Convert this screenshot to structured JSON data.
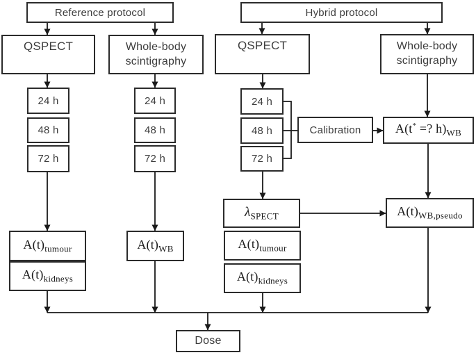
{
  "figure": {
    "type": "flowchart",
    "description": "Dosimetry workflow comparing a reference protocol and a hybrid protocol"
  },
  "colors": {
    "border": "#2b2b2b",
    "line": "#1a1a1a",
    "text": "#3d3d3d",
    "math_text": "#1b1b1b",
    "background": "#ffffff"
  },
  "reference": {
    "title": "Reference protocol",
    "qspect_label": "QSPECT",
    "wb_line1": "Whole-body",
    "wb_line2": "scintigraphy",
    "outputs": {
      "tumour_pre": "A(t)",
      "tumour_sub": "tumour",
      "kidneys_pre": "A(t)",
      "kidneys_sub": "kidneys",
      "wb_pre": "A(t)",
      "wb_sub": "WB"
    }
  },
  "hybrid": {
    "title": "Hybrid protocol",
    "qspect_label": "QSPECT",
    "wb_line1": "Whole-body",
    "wb_line2": "scintigraphy",
    "calibration_label": "Calibration",
    "a_tstar": {
      "pre": "A(t",
      "sup": "*",
      "mid": " =? h)",
      "sub": "WB"
    },
    "lambda": {
      "symbol": "λ",
      "sub": "SPECT"
    },
    "outputs": {
      "tumour_pre": "A(t)",
      "tumour_sub": "tumour",
      "kidneys_pre": "A(t)",
      "kidneys_sub": "kidneys"
    },
    "wb_pseudo": {
      "pre": "A(t)",
      "sub": "WB,pseudo"
    }
  },
  "timepoints": {
    "t24": "24 h",
    "t48": "48 h",
    "t72": "72 h"
  },
  "dose_label": "Dose"
}
